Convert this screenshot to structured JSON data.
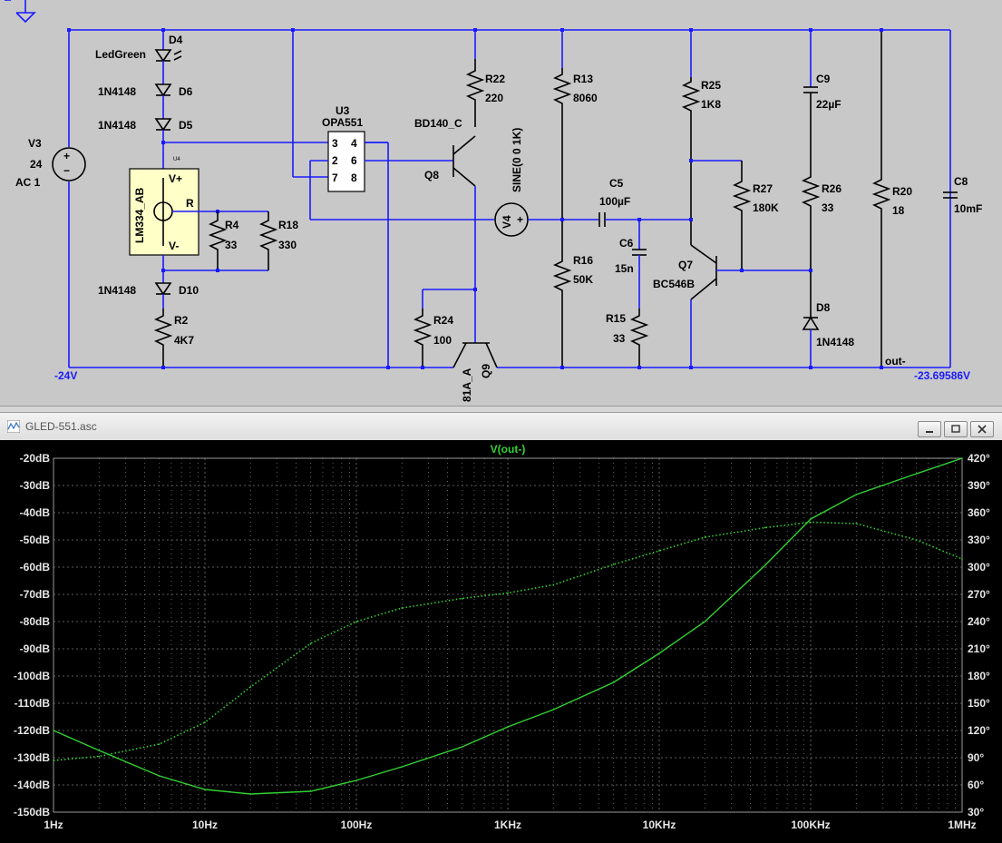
{
  "schematic": {
    "labels": {
      "d4": "D4",
      "led": "LedGreen",
      "d6_model": "1N4148",
      "d6": "D6",
      "d5_model": "1N4148",
      "d5": "D5",
      "v3": "V3",
      "v3_val": "24",
      "v3_ac": "AC 1",
      "u4_small": "U4",
      "lm334": "LM334_AB",
      "vplus": "V+",
      "r_pin": "R",
      "vminus": "V-",
      "r4": "R4",
      "r4_val": "33",
      "r18": "R18",
      "r18_val": "330",
      "d10_model": "1N4148",
      "d10": "D10",
      "r2": "R2",
      "r2_val": "4K7",
      "u3": "U3",
      "opa": "OPA551",
      "p3": "3",
      "p4": "4",
      "p2": "2",
      "p6": "6",
      "p7": "7",
      "p8": "8",
      "bd140": "BD140_C",
      "q8": "Q8",
      "r22": "R22",
      "r22_val": "220",
      "r24": "R24",
      "r24_val": "100",
      "q9_model": "81A_A",
      "q9": "Q9",
      "sine": "SINE(0 0 1K)",
      "v4": "V4",
      "r13": "R13",
      "r13_val": "8060",
      "r16": "R16",
      "r16_val": "50K",
      "c5": "C5",
      "c5_val": "100µF",
      "c6": "C6",
      "c6_val": "15n",
      "r15": "R15",
      "r15_val": "33",
      "r25": "R25",
      "r25_val": "1K8",
      "r27": "R27",
      "r27_val": "180K",
      "q7": "Q7",
      "bc546": "BC546B",
      "c9": "C9",
      "c9_val": "22µF",
      "r26": "R26",
      "r26_val": "33",
      "d8": "D8",
      "d8_model": "1N4148",
      "r20": "R20",
      "r20_val": "18",
      "c8": "C8",
      "c8_val": "10mF",
      "out": "out-",
      "neg_left": "-24V",
      "neg_right": "-23.69586V"
    }
  },
  "plot_window": {
    "title": "GLED-551.asc",
    "trace_name": "V(out-)",
    "trace_color": "#32d232",
    "grid_color": "#7a7a7a",
    "background": "#000000",
    "y_left_ticks": [
      "-20dB",
      "-30dB",
      "-40dB",
      "-50dB",
      "-60dB",
      "-70dB",
      "-80dB",
      "-90dB",
      "-100dB",
      "-110dB",
      "-120dB",
      "-130dB",
      "-140dB",
      "-150dB"
    ],
    "y_right_ticks": [
      "420°",
      "390°",
      "360°",
      "330°",
      "300°",
      "270°",
      "240°",
      "210°",
      "180°",
      "150°",
      "120°",
      "90°",
      "60°",
      "30°"
    ],
    "x_ticks": [
      "1Hz",
      "10Hz",
      "100Hz",
      "1KHz",
      "10KHz",
      "100KHz",
      "1MHz"
    ]
  },
  "chart_data": {
    "type": "line",
    "title": "V(out-)",
    "xlabel": "",
    "ylabel": "",
    "x_scale": "log",
    "xlim": [
      1,
      1000000
    ],
    "ylim": [
      -150,
      -20
    ],
    "y2lim": [
      30,
      420
    ],
    "grid": true,
    "series": [
      {
        "name": "V(out-)",
        "axis": "magnitude_dB",
        "style": "dotted",
        "x": [
          1,
          2,
          5,
          10,
          20,
          50,
          100,
          200,
          500,
          1000,
          2000,
          5000,
          10000,
          20000,
          50000,
          100000,
          200000,
          500000,
          1000000
        ],
        "y": [
          -131,
          -129.5,
          -125,
          -117,
          -104,
          -88,
          -80,
          -75,
          -71.5,
          -69.5,
          -66.5,
          -59,
          -54,
          -49,
          -45.5,
          -43.5,
          -44,
          -50,
          -57
        ]
      },
      {
        "name": "V(out-)",
        "axis": "phase_deg",
        "style": "solid",
        "x": [
          1,
          2,
          5,
          10,
          20,
          50,
          100,
          200,
          500,
          1000,
          2000,
          5000,
          10000,
          20000,
          50000,
          100000,
          200000,
          500000,
          1000000
        ],
        "y": [
          120,
          98,
          70,
          55,
          50,
          53,
          65,
          80,
          102,
          124,
          143,
          173,
          205,
          240,
          302,
          353,
          380,
          403,
          420
        ]
      }
    ]
  }
}
